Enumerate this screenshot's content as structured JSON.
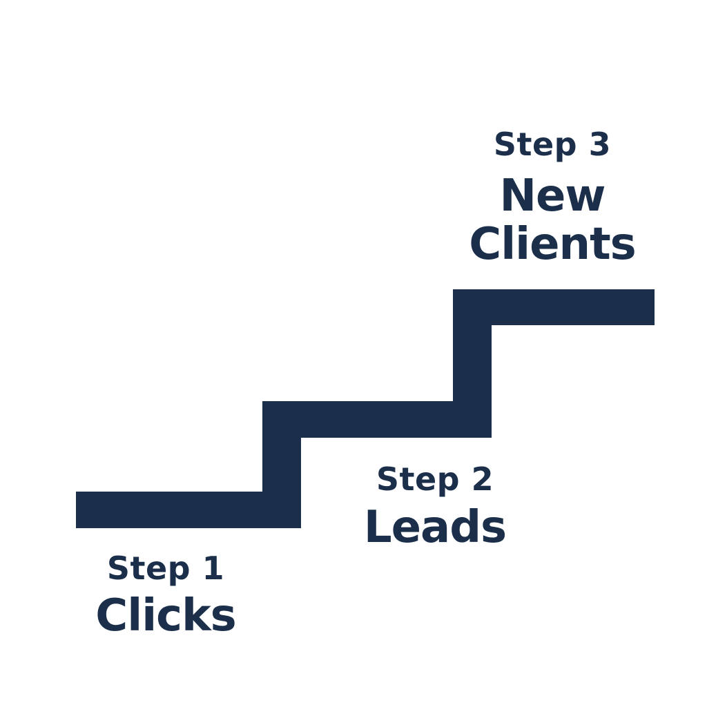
{
  "colors": {
    "ink": "#1b2f4a",
    "background": "#ffffff"
  },
  "steps": [
    {
      "number": "Step 1",
      "name": "Clicks"
    },
    {
      "number": "Step 2",
      "name": "Leads"
    },
    {
      "number": "Step 3",
      "name": "New\nClients"
    }
  ]
}
